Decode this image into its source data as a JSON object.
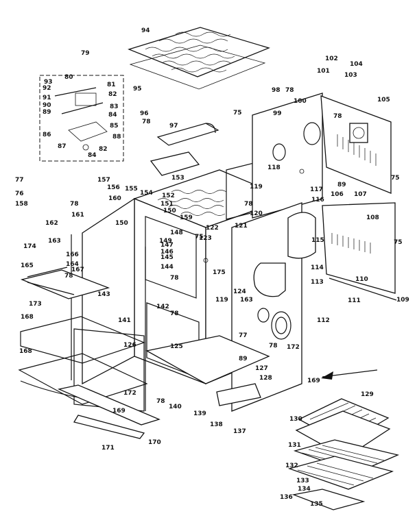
{
  "labels": [
    {
      "text": "94"
    },
    {
      "text": "95"
    },
    {
      "text": "79"
    },
    {
      "text": "80"
    },
    {
      "text": "81"
    },
    {
      "text": "93"
    },
    {
      "text": "92"
    },
    {
      "text": "91"
    },
    {
      "text": "90"
    },
    {
      "text": "89"
    },
    {
      "text": "82"
    },
    {
      "text": "83"
    },
    {
      "text": "84"
    },
    {
      "text": "85"
    },
    {
      "text": "86"
    },
    {
      "text": "88"
    },
    {
      "text": "87"
    },
    {
      "text": "82"
    },
    {
      "text": "84"
    },
    {
      "text": "96"
    },
    {
      "text": "78"
    },
    {
      "text": "97"
    },
    {
      "text": "75"
    },
    {
      "text": "98"
    },
    {
      "text": "78"
    },
    {
      "text": "99"
    },
    {
      "text": "100"
    },
    {
      "text": "101"
    },
    {
      "text": "102"
    },
    {
      "text": "104"
    },
    {
      "text": "103"
    },
    {
      "text": "105"
    },
    {
      "text": "78"
    },
    {
      "text": "75"
    },
    {
      "text": "89"
    },
    {
      "text": "106"
    },
    {
      "text": "107"
    },
    {
      "text": "108"
    },
    {
      "text": "75"
    },
    {
      "text": "110"
    },
    {
      "text": "111"
    },
    {
      "text": "109"
    },
    {
      "text": "112"
    },
    {
      "text": "113"
    },
    {
      "text": "114"
    },
    {
      "text": "115"
    },
    {
      "text": "116"
    },
    {
      "text": "117"
    },
    {
      "text": "118"
    },
    {
      "text": "119"
    },
    {
      "text": "78"
    },
    {
      "text": "120"
    },
    {
      "text": "121"
    },
    {
      "text": "122"
    },
    {
      "text": "75"
    },
    {
      "text": "77"
    },
    {
      "text": "76"
    },
    {
      "text": "158"
    },
    {
      "text": "157"
    },
    {
      "text": "156"
    },
    {
      "text": "155"
    },
    {
      "text": "154"
    },
    {
      "text": "153"
    },
    {
      "text": "152"
    },
    {
      "text": "151"
    },
    {
      "text": "150"
    },
    {
      "text": "159"
    },
    {
      "text": "78"
    },
    {
      "text": "160"
    },
    {
      "text": "161"
    },
    {
      "text": "162"
    },
    {
      "text": "163"
    },
    {
      "text": "150"
    },
    {
      "text": "149"
    },
    {
      "text": "148"
    },
    {
      "text": "147"
    },
    {
      "text": "146"
    },
    {
      "text": "145"
    },
    {
      "text": "144"
    },
    {
      "text": "78"
    },
    {
      "text": "123"
    },
    {
      "text": "175"
    },
    {
      "text": "174"
    },
    {
      "text": "165"
    },
    {
      "text": "166"
    },
    {
      "text": "164"
    },
    {
      "text": "167"
    },
    {
      "text": "78"
    },
    {
      "text": "173"
    },
    {
      "text": "168"
    },
    {
      "text": "143"
    },
    {
      "text": "142"
    },
    {
      "text": "78"
    },
    {
      "text": "119"
    },
    {
      "text": "124"
    },
    {
      "text": "163"
    },
    {
      "text": "141"
    },
    {
      "text": "125"
    },
    {
      "text": "77"
    },
    {
      "text": "78"
    },
    {
      "text": "172"
    },
    {
      "text": "168"
    },
    {
      "text": "126"
    },
    {
      "text": "89"
    },
    {
      "text": "127"
    },
    {
      "text": "128"
    },
    {
      "text": "169"
    },
    {
      "text": "172"
    },
    {
      "text": "78"
    },
    {
      "text": "140"
    },
    {
      "text": "139"
    },
    {
      "text": "138"
    },
    {
      "text": "137"
    },
    {
      "text": "169"
    },
    {
      "text": "170"
    },
    {
      "text": "171"
    },
    {
      "text": "129"
    },
    {
      "text": "130"
    },
    {
      "text": "131"
    },
    {
      "text": "132"
    },
    {
      "text": "133"
    },
    {
      "text": "134"
    },
    {
      "text": "136"
    },
    {
      "text": "135"
    }
  ]
}
